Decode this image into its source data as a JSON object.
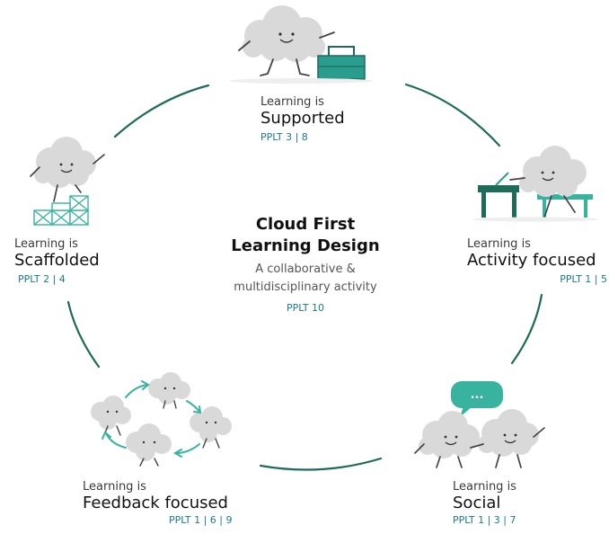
{
  "center": {
    "title_line1": "Cloud First",
    "title_line2": "Learning Design",
    "subtitle_line1": "A collaborative &",
    "subtitle_line2": "multidisciplinary activity",
    "code": "PPLT 10"
  },
  "nodes": {
    "supported": {
      "prefix": "Learning is",
      "label": "Supported",
      "code": "PPLT 3 | 8"
    },
    "activity": {
      "prefix": "Learning is",
      "label": "Activity focused",
      "code": "PPLT 1 | 5"
    },
    "social": {
      "prefix": "Learning is",
      "label": "Social",
      "code": "PPLT 1 | 3 | 7"
    },
    "feedback": {
      "prefix": "Learning is",
      "label": "Feedback focused",
      "code": "PPLT 1 | 6 | 9"
    },
    "scaffolded": {
      "prefix": "Learning is",
      "label": "Scaffolded",
      "code": "PPLT 2 | 4"
    }
  },
  "speech_bubble": "...",
  "colors": {
    "ring": "#1e6b5a",
    "accent": "#37b3a0",
    "cloud": "#d6d6d6",
    "code": "#1d7a8c"
  },
  "icons": [
    "cloud-mascot-icon",
    "toolbox-icon",
    "table-icon",
    "bench-icon",
    "speech-bubble-icon",
    "stair-crates-icon",
    "arrow-cycle-icon"
  ]
}
